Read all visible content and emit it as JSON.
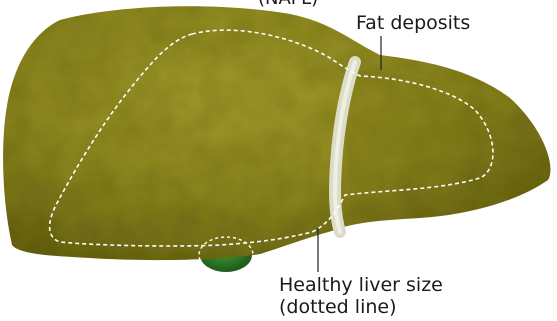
{
  "diagram": {
    "top_label_partial": "(NAFL)",
    "fat_label": "Fat deposits",
    "healthy_label_line1": "Healthy liver size",
    "healthy_label_line2": "(dotted line)"
  },
  "colors": {
    "liver_base": "#8f8a1f",
    "liver_dark": "#6f6a12",
    "liver_light": "#a9a233",
    "gallbladder": "#2f7a2a",
    "ligament": "#dcdcc8",
    "outline_dotted": "#ffffff",
    "leader_line": "#222222"
  }
}
